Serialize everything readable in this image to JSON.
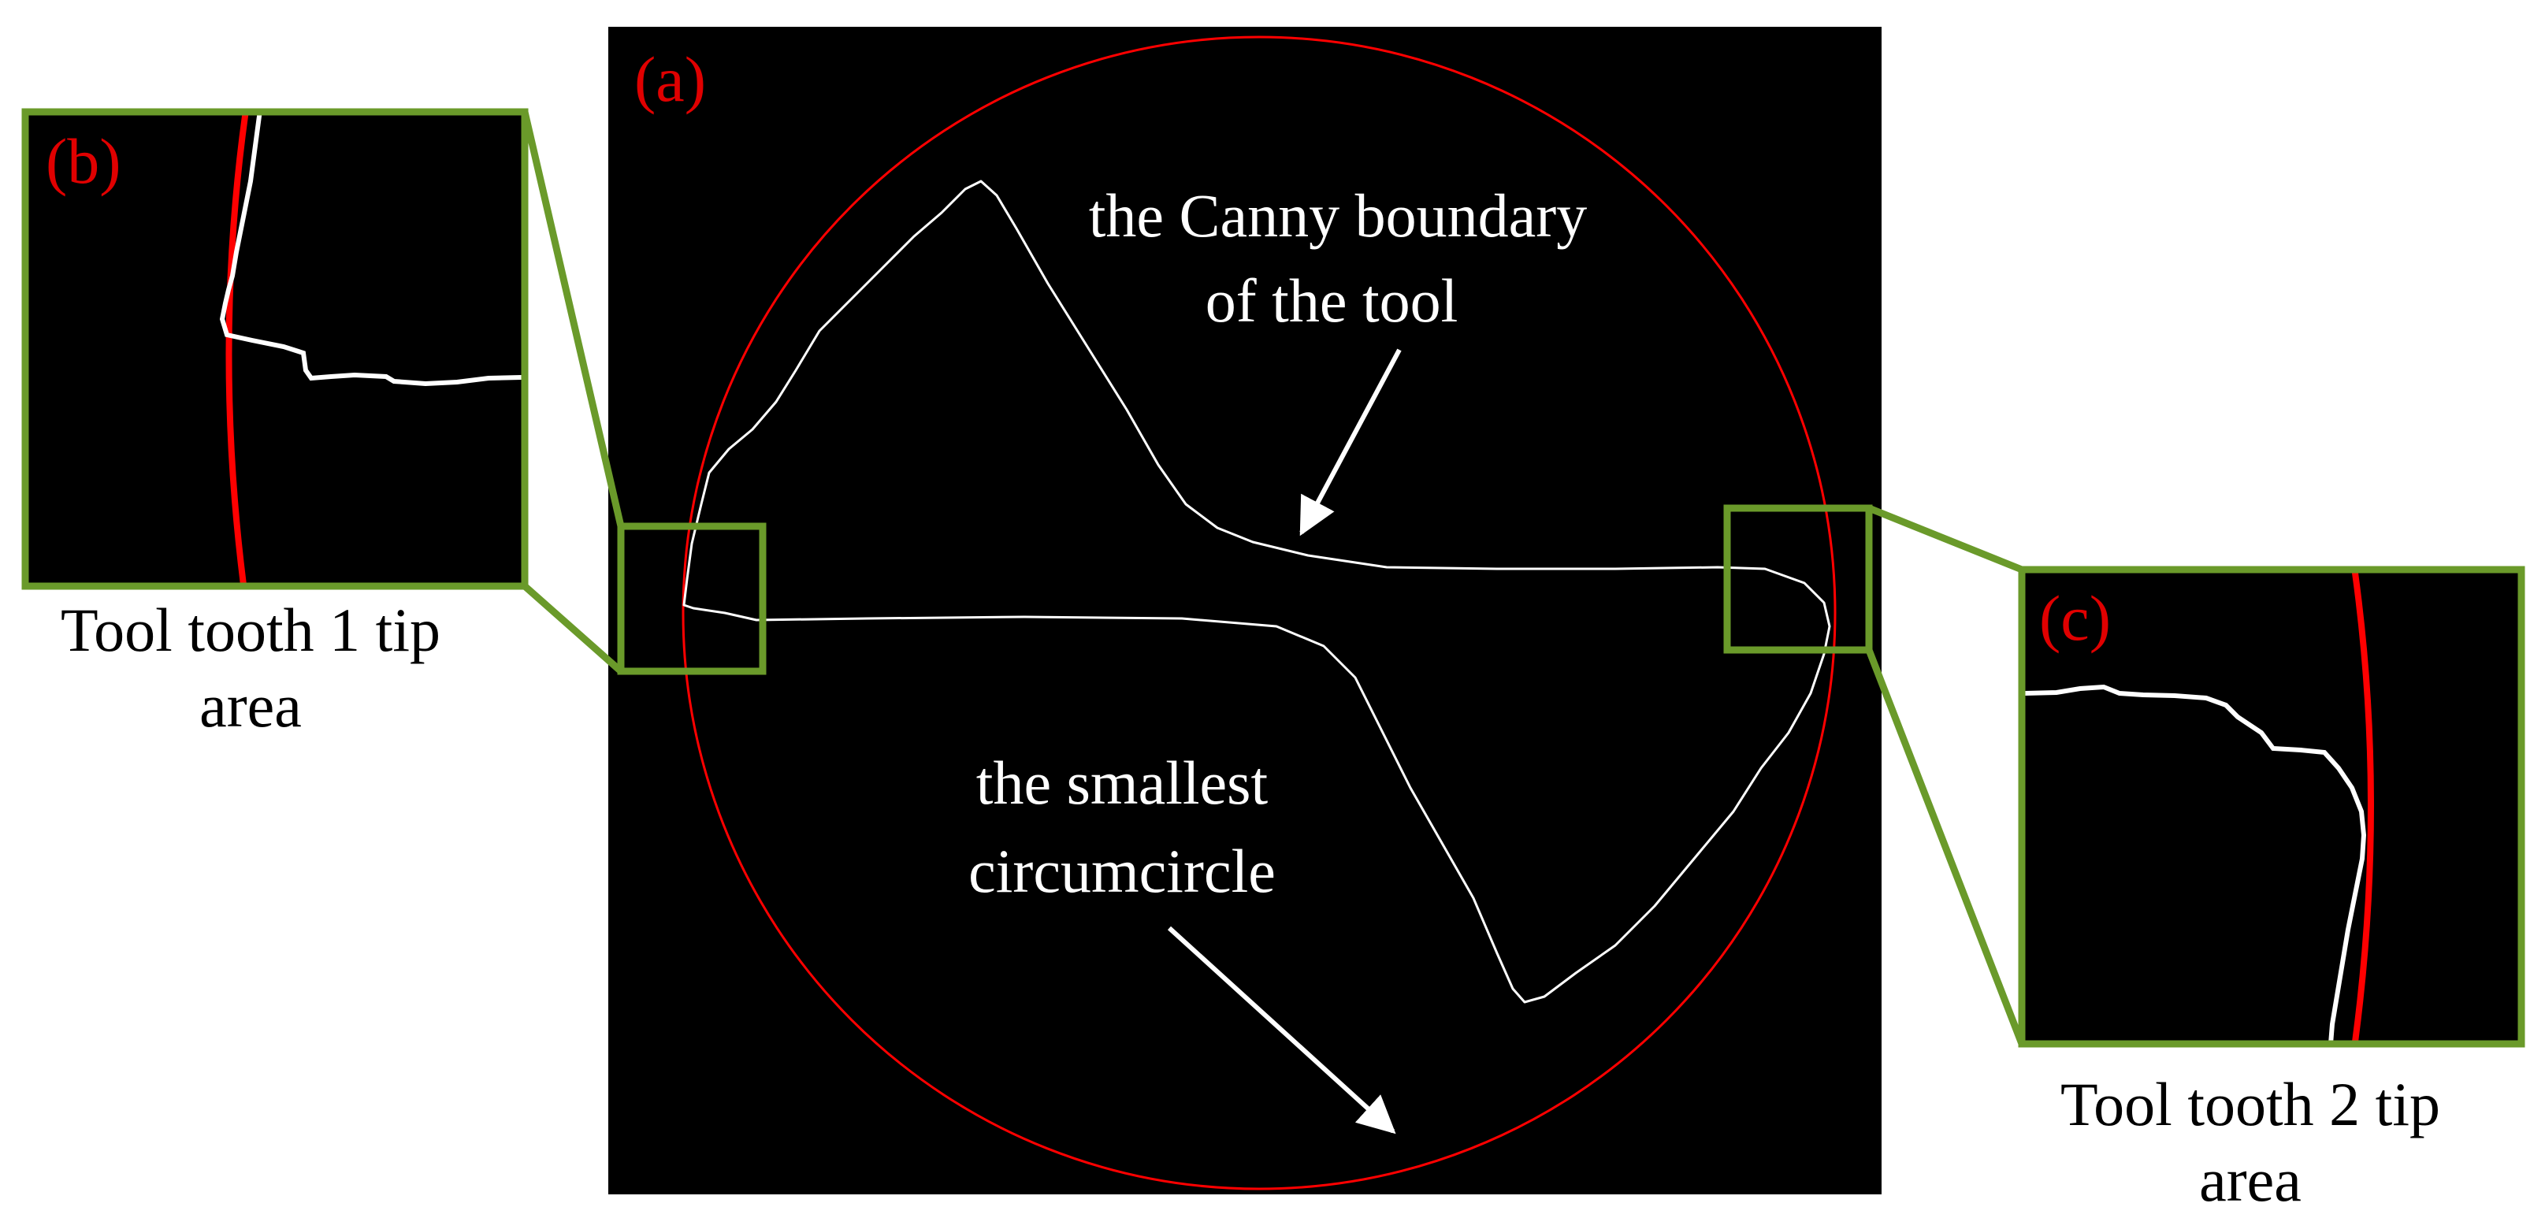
{
  "panels": {
    "a": {
      "label": "(a)"
    },
    "b": {
      "label": "(b)"
    },
    "c": {
      "label": "(c)"
    }
  },
  "annotations": {
    "boundary_line1": "the Canny boundary",
    "boundary_line2": "of the tool",
    "circle_line1": "the smallest",
    "circle_line2": "circumcircle"
  },
  "captions": {
    "tooth1_line1": "Tool tooth 1 tip",
    "tooth1_line2": "area",
    "tooth2_line1": "Tool tooth 2 tip",
    "tooth2_line2": "area"
  },
  "colors": {
    "circle": "#ff0000",
    "callout": "#6a9a2a",
    "label": "#e00000",
    "boundary": "#ffffff",
    "background": "#000000"
  }
}
